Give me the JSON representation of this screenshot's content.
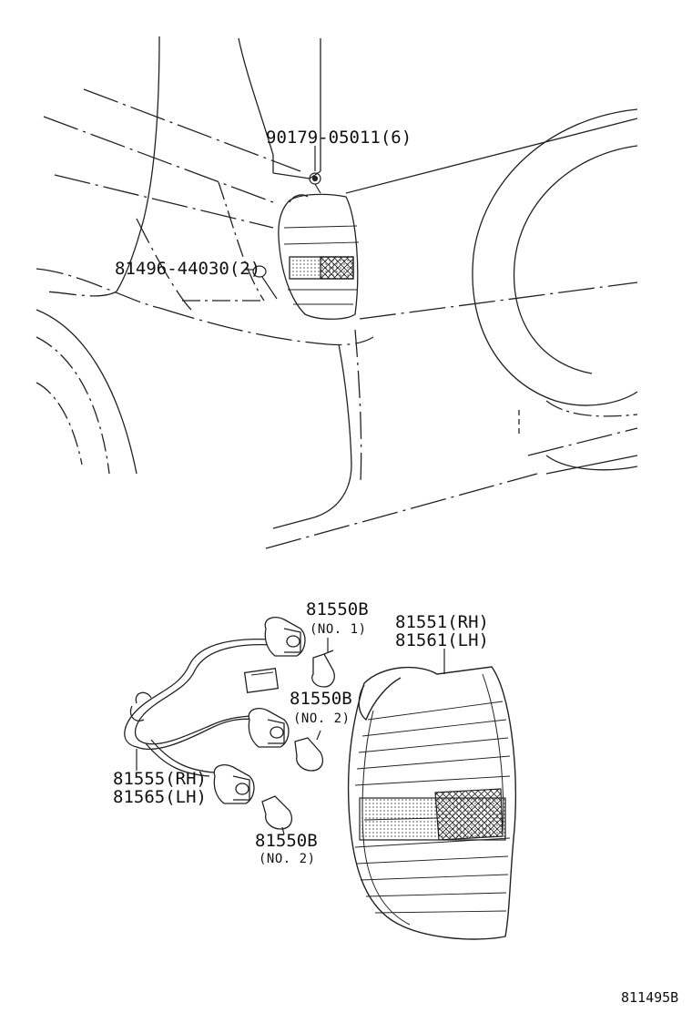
{
  "diagram": {
    "figure_code": "811495B",
    "callouts": {
      "screw": "90179-05011(6)",
      "clip": "81496-44030(2)",
      "bulb_no1_part": "81550B",
      "bulb_no1_note": "(NO. 1)",
      "bulb_no2a_part": "81550B",
      "bulb_no2a_note": "(NO. 2)",
      "bulb_no2b_part": "81550B",
      "bulb_no2b_note": "(NO. 2)",
      "lamp_rh": "81551(RH)",
      "lamp_lh": "81561(LH)",
      "socket_rh": "81555(RH)",
      "socket_lh": "81565(LH)"
    }
  }
}
